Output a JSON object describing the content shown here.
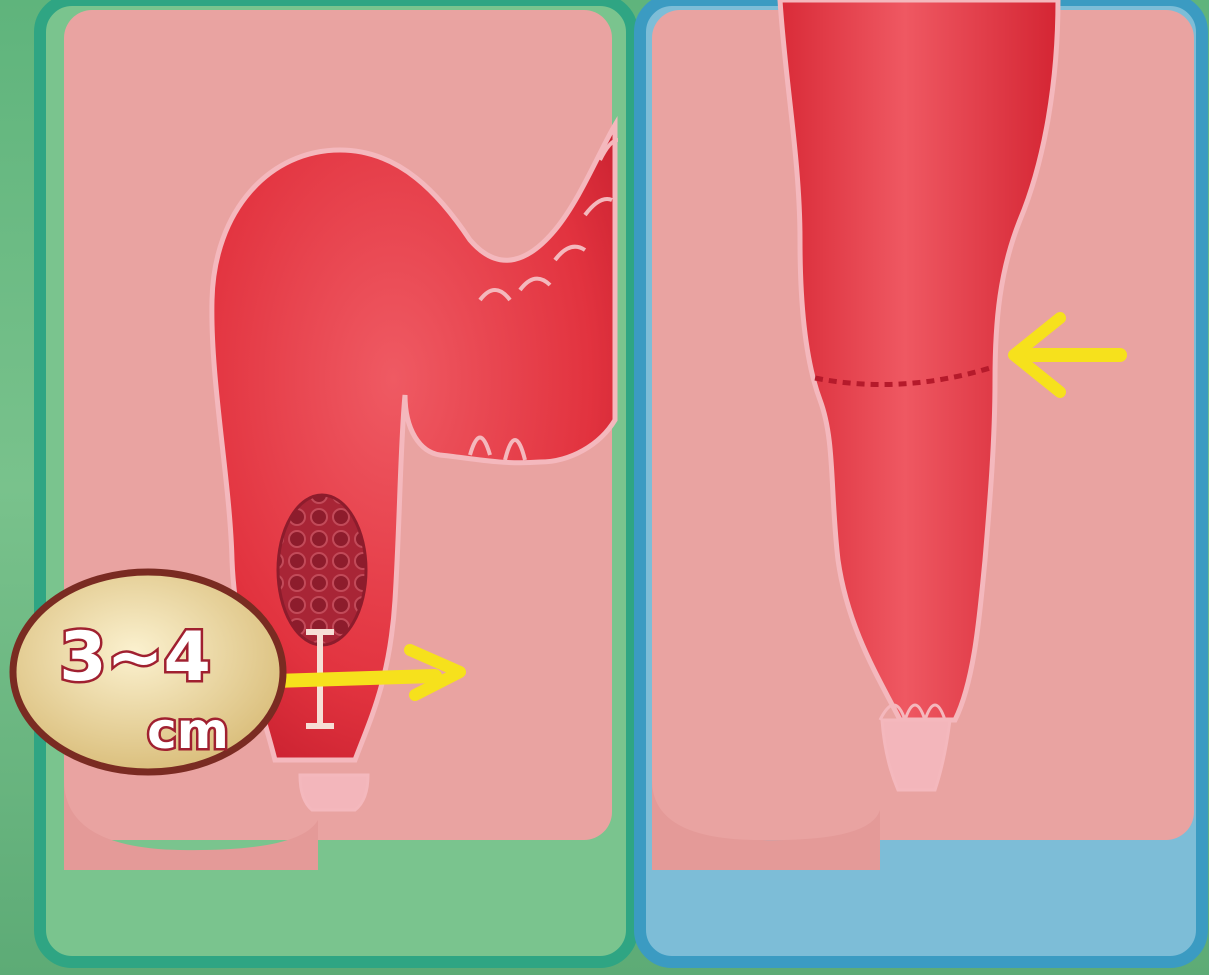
{
  "figure": {
    "left_panel": {
      "measurement_value": "3~4",
      "measurement_unit": "cm"
    },
    "right_panel": {}
  },
  "colors": {
    "background_green": "#6dbb84",
    "left_frame": "#2fa583",
    "right_frame": "#3b9bc2",
    "tissue_pink": "#e9a3a1",
    "colon_red": "#e2333f",
    "tumor_dark": "#9f2233",
    "arrow_yellow": "#f6e11c",
    "badge_gold": "#e7d59a"
  },
  "icons": {
    "pointer": "yellow-arrow-icon",
    "ruler": "i-beam-marker"
  }
}
